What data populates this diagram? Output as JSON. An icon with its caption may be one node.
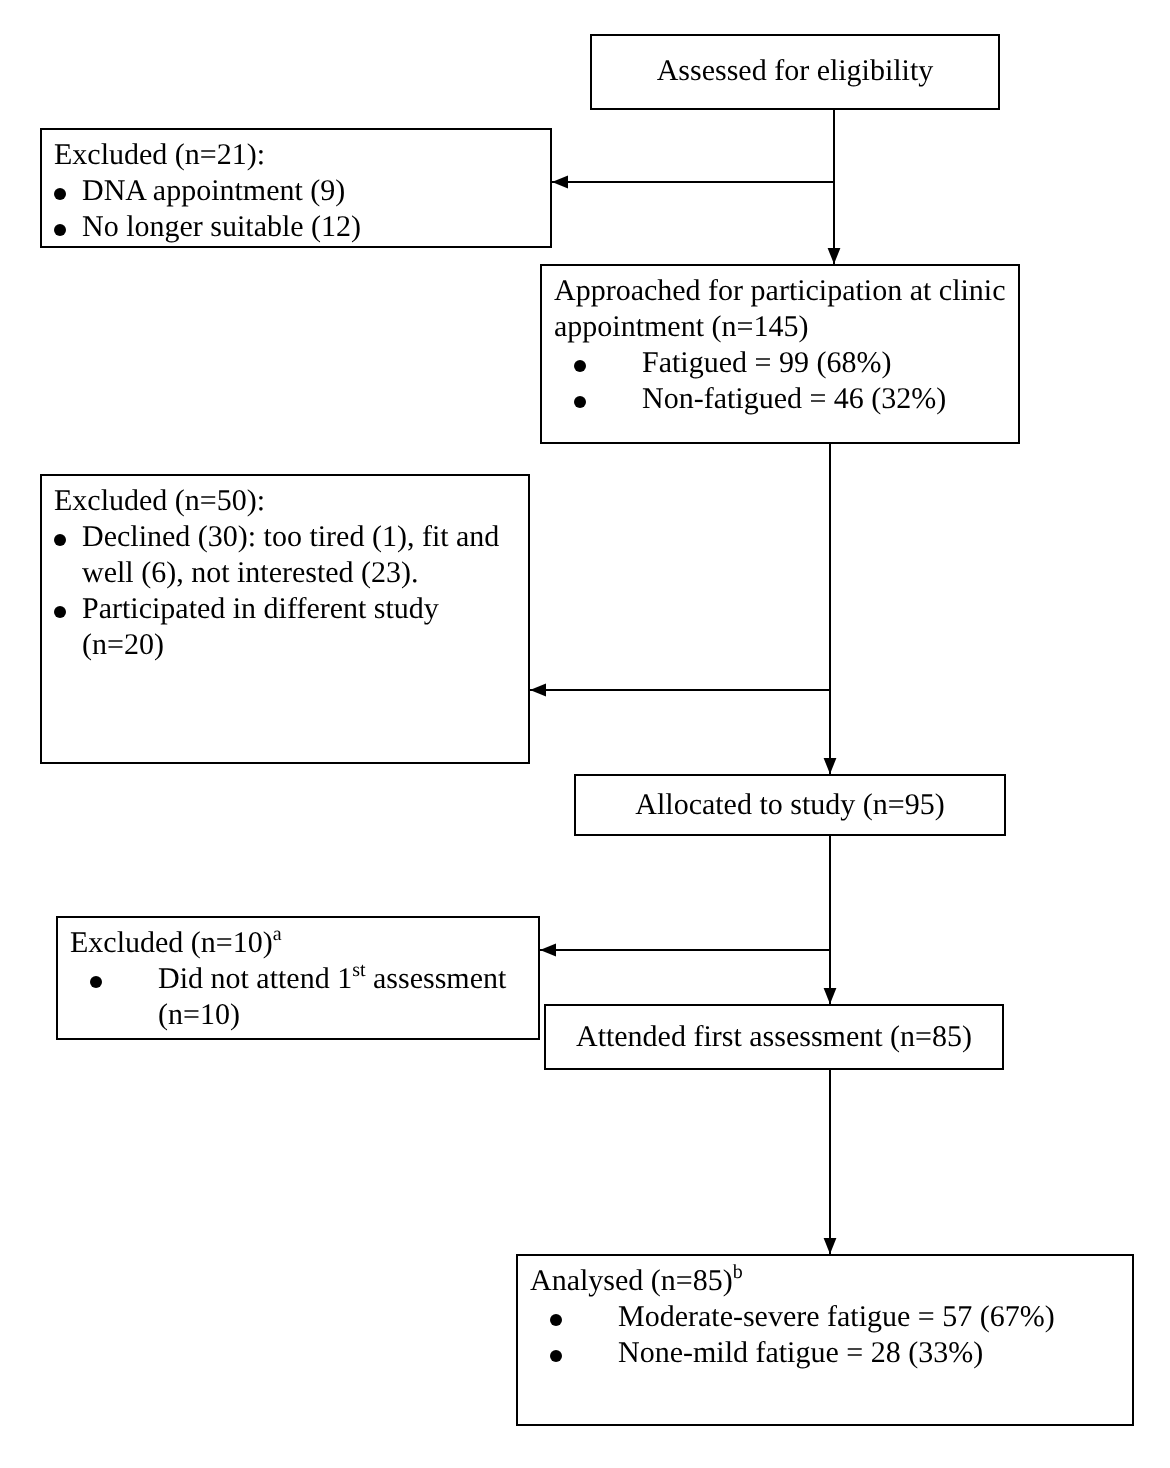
{
  "diagram": {
    "nodes": [
      {
        "text": [
          "Assessed for eligibility"
        ]
      },
      {
        "text": [
          "Excluded (n=21):",
          "DNA appointment (9)",
          "No longer suitable (12)"
        ]
      },
      {
        "text": [
          "Approached for participation at clinic appointment (n=145)",
          "Fatigued = 99 (68%)",
          "Non-fatigued = 46 (32%)"
        ]
      },
      {
        "text": [
          "Excluded (n=50):",
          "Declined (30): too tired (1), fit and well (6), not interested (23).",
          "Participated in different study (n=20)"
        ]
      },
      {
        "text": [
          "Allocated to study (n=95)"
        ]
      },
      {
        "text": [
          "Excluded (n=10)$^{a}$",
          "Did not attend 1$^{st}$ assessment (n=10)"
        ]
      },
      {
        "text": [
          "Attended first assessment (n=85)"
        ]
      },
      {
        "text": [
          "Analysed (n=85)$^{b}$",
          "Moderate-severe fatigue = 57 (67%)",
          "None-mild fatigue = 28 (33%)"
        ]
      }
    ],
    "edges": [
      {
        "from": 0,
        "to": 2,
        "arrow": "to"
      },
      {
        "from": 0,
        "to": 1,
        "arrow": "to"
      },
      {
        "from": 2,
        "to": 4,
        "arrow": "to"
      },
      {
        "from": 2,
        "to": 3,
        "arrow": "to"
      },
      {
        "from": 4,
        "to": 6,
        "arrow": "to"
      },
      {
        "from": 4,
        "to": 5,
        "arrow": "to"
      },
      {
        "from": 6,
        "to": 7,
        "arrow": "to"
      }
    ]
  }
}
